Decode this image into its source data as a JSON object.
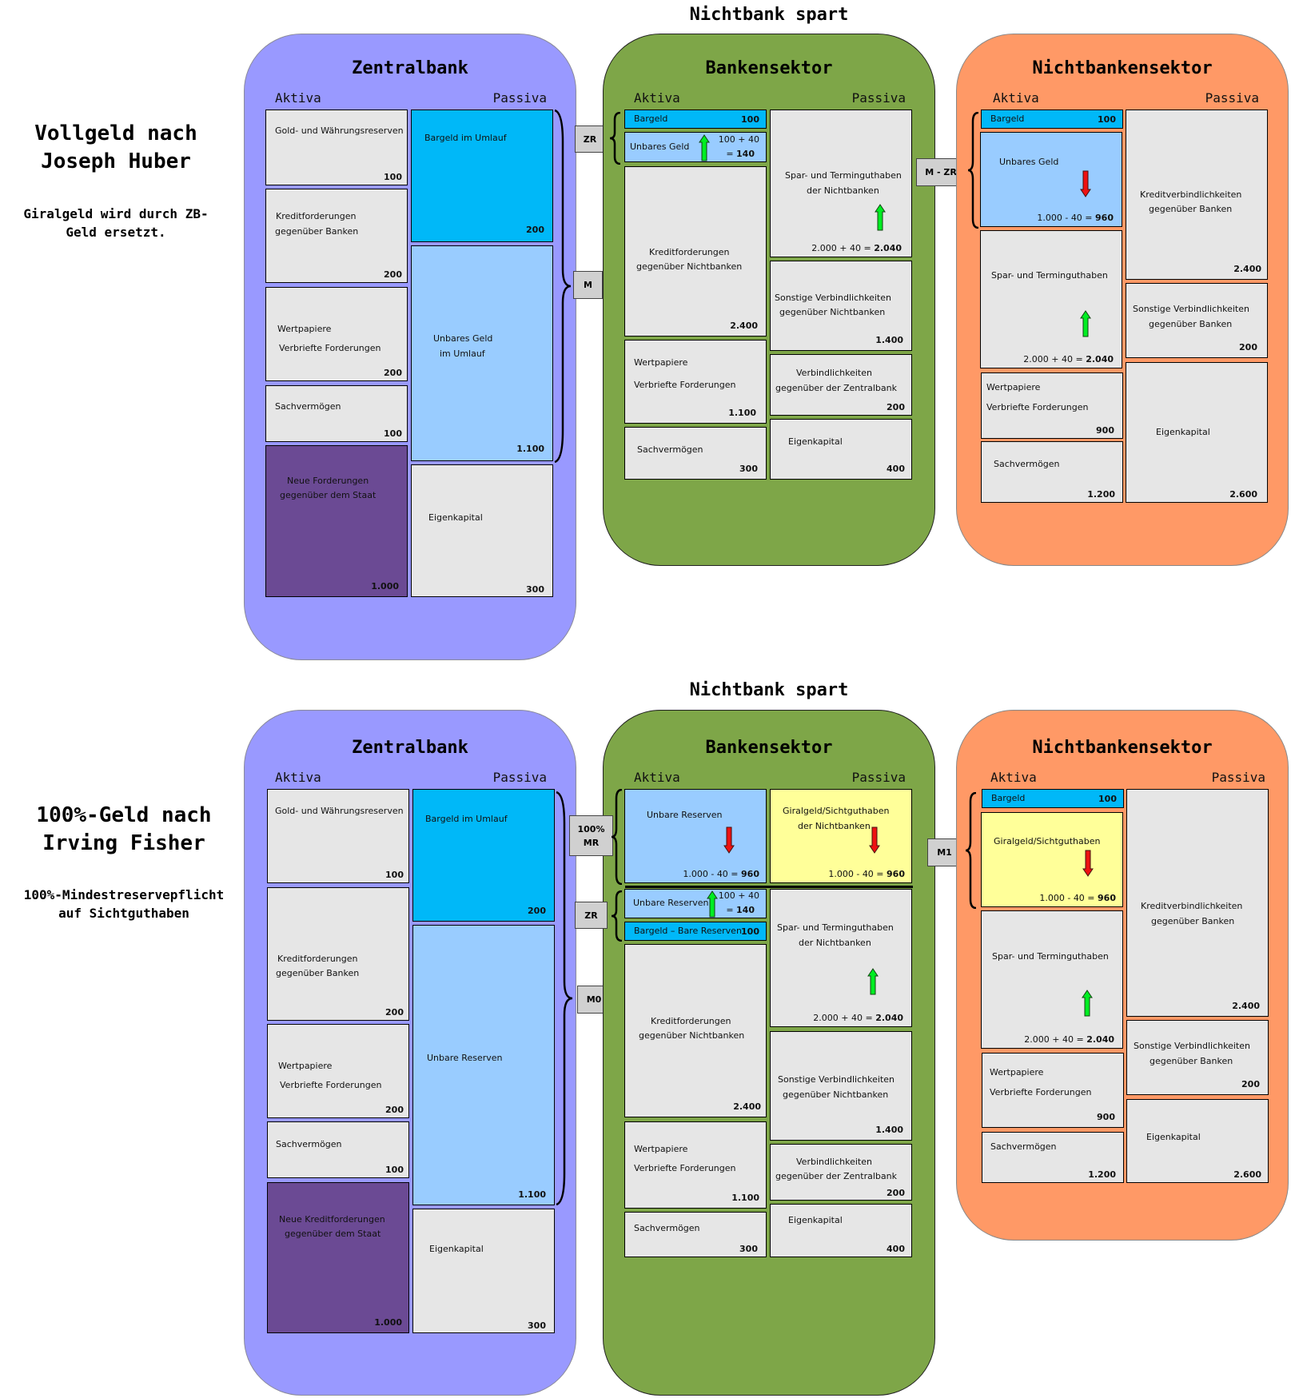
{
  "scenarios": [
    {
      "side_title": "Vollgeld nach Joseph Huber",
      "side_title_lines": [
        "Vollgeld nach",
        "Joseph Huber"
      ],
      "side_sub_lines": [
        "Giralgeld wird durch ZB-",
        "Geld ersetzt."
      ],
      "title": "Nichtbank spart",
      "zentralbank": {
        "title": "Zentralbank",
        "aktiva_label": "Aktiva",
        "passiva_label": "Passiva",
        "aktiva": [
          {
            "label": [
              "Gold- und Währungsreserven"
            ],
            "value": "100"
          },
          {
            "label": [
              "Kreditforderungen",
              "gegenüber Banken"
            ],
            "value": "200"
          },
          {
            "label": [
              "Wertpapiere",
              "Verbriefte Forderungen"
            ],
            "value": "200"
          },
          {
            "label": [
              "Sachvermögen"
            ],
            "value": "100"
          },
          {
            "label": [
              "Neue Forderungen",
              "gegenüber dem Staat"
            ],
            "value": "1.000"
          }
        ],
        "passiva": [
          {
            "label": [
              "Bargeld im Umlauf"
            ],
            "value": "200"
          },
          {
            "label": [
              "Unbares Geld",
              "im Umlauf"
            ],
            "value": "1.100"
          },
          {
            "label": [
              "Eigenkapital"
            ],
            "value": "300"
          }
        ],
        "brace_tag": "M"
      },
      "bank": {
        "title": "Bankensektor",
        "aktiva_label": "Aktiva",
        "passiva_label": "Passiva",
        "aktiva": [
          {
            "label": [
              "Bargeld"
            ],
            "value": "100"
          },
          {
            "label": [
              "Unbares Geld"
            ],
            "calc_lines": [
              "100 + 40",
              "= "
            ],
            "calc_result": "140",
            "arrow": "up"
          },
          {
            "label": [
              "Kreditforderungen",
              "gegenüber Nichtbanken"
            ],
            "value": "2.400"
          },
          {
            "label": [
              "Wertpapiere",
              "Verbriefte Forderungen"
            ],
            "value": "1.100"
          },
          {
            "label": [
              "Sachvermögen"
            ],
            "value": "300"
          }
        ],
        "passiva": [
          {
            "label": [
              "Spar- und Terminguthaben",
              "der Nichtbanken"
            ],
            "calc": "2.000 + 40 = ",
            "calc_result": "2.040",
            "arrow": "up"
          },
          {
            "label": [
              "Sonstige Verbindlichkeiten",
              "gegenüber Nichtbanken"
            ],
            "value": "1.400"
          },
          {
            "label": [
              "Verbindlichkeiten",
              "gegenüber der Zentralbank"
            ],
            "value": "200"
          },
          {
            "label": [
              "Eigenkapital"
            ],
            "value": "400"
          }
        ],
        "brace_tag": "ZR"
      },
      "nichtbank": {
        "title": "Nichtbankensektor",
        "aktiva_label": "Aktiva",
        "passiva_label": "Passiva",
        "aktiva": [
          {
            "label": [
              "Bargeld"
            ],
            "value": "100"
          },
          {
            "label": [
              "Unbares Geld"
            ],
            "calc": "1.000  - 40 = ",
            "calc_result": "960",
            "arrow": "down"
          },
          {
            "label": [
              "Spar- und Terminguthaben"
            ],
            "calc": "2.000 + 40 = ",
            "calc_result": "2.040",
            "arrow": "up"
          },
          {
            "label": [
              "Wertpapiere",
              "Verbriefte Forderungen"
            ],
            "value": "900"
          },
          {
            "label": [
              "Sachvermögen"
            ],
            "value": "1.200"
          }
        ],
        "passiva": [
          {
            "label": [
              "Kreditverbindlichkeiten",
              "gegenüber Banken"
            ],
            "value": "2.400"
          },
          {
            "label": [
              "Sonstige Verbindlichkeiten",
              "gegenüber Banken"
            ],
            "value": "200"
          },
          {
            "label": [
              "Eigenkapital"
            ],
            "value": "2.600"
          }
        ],
        "brace_tag": "M - ZR"
      }
    },
    {
      "side_title_lines": [
        "100%-Geld nach",
        "Irving Fisher"
      ],
      "side_sub_lines": [
        "100%-Mindestreservepflicht",
        "auf Sichtguthaben"
      ],
      "title": "Nichtbank spart",
      "zentralbank": {
        "title": "Zentralbank",
        "aktiva_label": "Aktiva",
        "passiva_label": "Passiva",
        "aktiva": [
          {
            "label": [
              "Gold- und Währungsreserven"
            ],
            "value": "100"
          },
          {
            "label": [
              "Kreditforderungen",
              "gegenüber Banken"
            ],
            "value": "200"
          },
          {
            "label": [
              "Wertpapiere",
              "Verbriefte Forderungen"
            ],
            "value": "200"
          },
          {
            "label": [
              "Sachvermögen"
            ],
            "value": "100"
          },
          {
            "label": [
              "Neue Kreditforderungen",
              "gegenüber dem Staat"
            ],
            "value": "1.000"
          }
        ],
        "passiva": [
          {
            "label": [
              "Bargeld im Umlauf"
            ],
            "value": "200"
          },
          {
            "label": [
              "Unbare Reserven"
            ],
            "value": "1.100"
          },
          {
            "label": [
              "Eigenkapital"
            ],
            "value": "300"
          }
        ],
        "brace_tag": "M0"
      },
      "bank": {
        "title": "Bankensektor",
        "aktiva_label": "Aktiva",
        "passiva_label": "Passiva",
        "aktiva": [
          {
            "label": [
              "Unbare Reserven"
            ],
            "calc": "1.000  - 40 = ",
            "calc_result": "960",
            "arrow": "down"
          },
          {
            "label": [
              "Unbare Reserven"
            ],
            "calc_lines": [
              "100 + 40",
              "= "
            ],
            "calc_result": "140",
            "arrow": "up"
          },
          {
            "label": [
              "Bargeld – Bare Reserven"
            ],
            "value": "100"
          },
          {
            "label": [
              "Kreditforderungen",
              "gegenüber Nichtbanken"
            ],
            "value": "2.400"
          },
          {
            "label": [
              "Wertpapiere",
              "Verbriefte Forderungen"
            ],
            "value": "1.100"
          },
          {
            "label": [
              "Sachvermögen"
            ],
            "value": "300"
          }
        ],
        "passiva": [
          {
            "label": [
              "Giralgeld/Sichtguthaben",
              "der Nichtbanken"
            ],
            "calc": "1.000  - 40 = ",
            "calc_result": "960",
            "arrow": "down"
          },
          {
            "label": [
              "Spar- und Terminguthaben",
              "der Nichtbanken"
            ],
            "calc": "2.000 + 40 = ",
            "calc_result": "2.040",
            "arrow": "up"
          },
          {
            "label": [
              "Sonstige Verbindlichkeiten",
              "gegenüber Nichtbanken"
            ],
            "value": "1.400"
          },
          {
            "label": [
              "Verbindlichkeiten",
              "gegenüber der Zentralbank"
            ],
            "value": "200"
          },
          {
            "label": [
              "Eigenkapital"
            ],
            "value": "400"
          }
        ],
        "brace_tags": [
          "100%",
          "MR",
          "ZR"
        ]
      },
      "nichtbank": {
        "title": "Nichtbankensektor",
        "aktiva_label": "Aktiva",
        "passiva_label": "Passiva",
        "aktiva": [
          {
            "label": [
              "Bargeld"
            ],
            "value": "100"
          },
          {
            "label": [
              "Giralgeld/Sichtguthaben"
            ],
            "calc": "1.000  - 40 = ",
            "calc_result": "960",
            "arrow": "down"
          },
          {
            "label": [
              "Spar- und Terminguthaben"
            ],
            "calc": "2.000 + 40 = ",
            "calc_result": "2.040",
            "arrow": "up"
          },
          {
            "label": [
              "Wertpapiere",
              "Verbriefte Forderungen"
            ],
            "value": "900"
          },
          {
            "label": [
              "Sachvermögen"
            ],
            "value": "1.200"
          }
        ],
        "passiva": [
          {
            "label": [
              "Kreditverbindlichkeiten",
              "gegenüber Banken"
            ],
            "value": "2.400"
          },
          {
            "label": [
              "Sonstige Verbindlichkeiten",
              "gegenüber Banken"
            ],
            "value": "200"
          },
          {
            "label": [
              "Eigenkapital"
            ],
            "value": "2.600"
          }
        ],
        "brace_tag": "M1"
      }
    }
  ],
  "colors": {
    "zentralbank_bg": "#9999ff",
    "bank_bg": "#7ea648",
    "nichtbank_bg": "#ff9966",
    "cash": "#00b8f8",
    "unbar": "#99ccff",
    "purple": "#6b4a94",
    "giral": "#ffff99",
    "box": "#e6e6e6",
    "arrow_up": "#00ee22",
    "arrow_down": "#ee1111"
  }
}
